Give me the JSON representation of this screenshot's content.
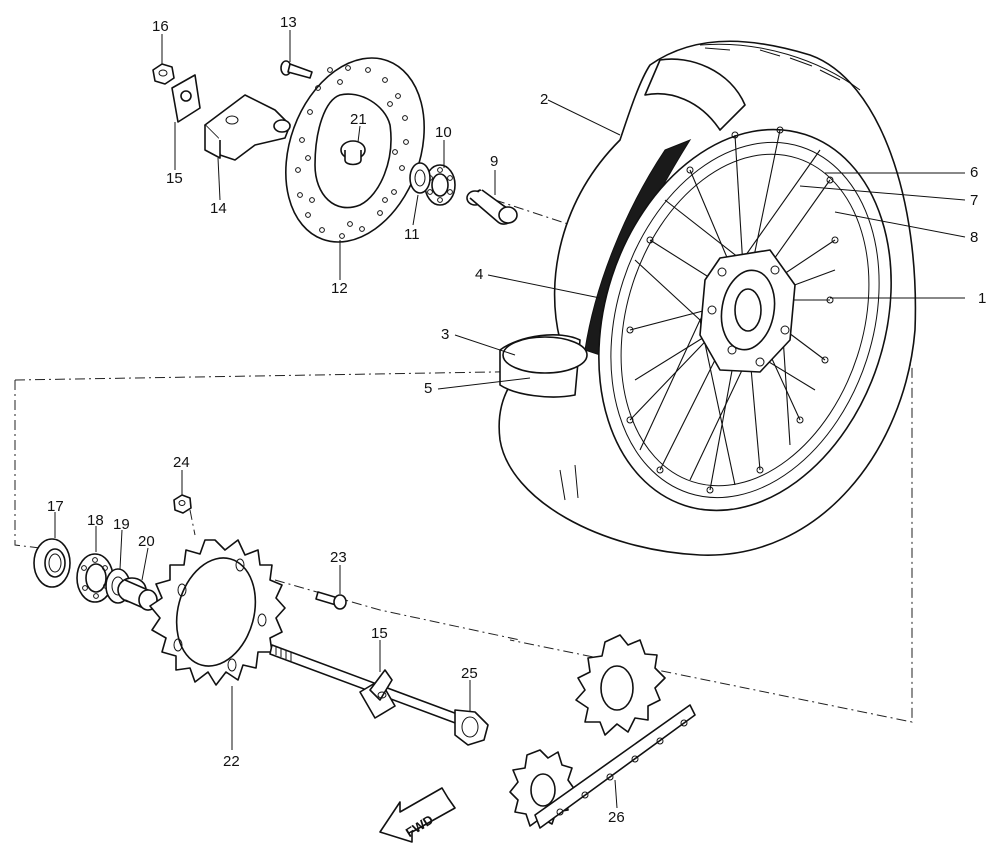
{
  "diagram": {
    "callouts": [
      "1",
      "2",
      "3",
      "4",
      "5",
      "6",
      "7",
      "8",
      "9",
      "10",
      "11",
      "12",
      "13",
      "14",
      "15",
      "15",
      "16",
      "17",
      "18",
      "19",
      "20",
      "21",
      "22",
      "23",
      "24",
      "25",
      "26"
    ],
    "direction_label": "FWD"
  }
}
